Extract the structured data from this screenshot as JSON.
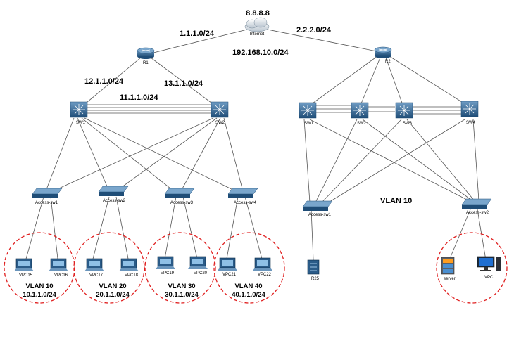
{
  "internet": {
    "label": "Internet",
    "dns": "8.8.8.8"
  },
  "subnets": {
    "r1_net": "1.1.1.0/24",
    "r2_net": "2.2.2.0/24",
    "lan": "192.168.10.0/24",
    "r1_sw1": "12.1.1.0/24",
    "r1_sw2": "13.1.1.0/24",
    "sw1_sw2": "11.1.1.0/24"
  },
  "devices": {
    "R1": "R1",
    "R2": "R2",
    "L_SW1": "SW1",
    "L_SW2": "SW2",
    "AS1": "Access-sw1",
    "AS2": "Access-sw2",
    "AS3": "Access-sw3",
    "AS4": "Access-sw4",
    "VPC15": "VPC15",
    "VPC16": "VPC16",
    "VPC17": "VPC17",
    "VPC18": "VPC18",
    "VPC19": "VPC19",
    "VPC20": "VPC20",
    "VPC21": "VPC21",
    "VPC22": "VPC22",
    "R_SW1": "SW1",
    "R_SW2": "SW2",
    "R_SW3": "SW3",
    "R_SW4": "SW4",
    "R_AS1": "Access-sw1",
    "R_AS2": "Access-sw2",
    "R25": "R25",
    "server": "server",
    "VPC": "VPC"
  },
  "vlan_groups": [
    {
      "vlan": "VLAN 10",
      "subnet": "10.1.1.0/24"
    },
    {
      "vlan": "VLAN 20",
      "subnet": "20.1.1.0/24"
    },
    {
      "vlan": "VLAN 30",
      "subnet": "30.1.1.0/24"
    },
    {
      "vlan": "VLAN 40",
      "subnet": "40.1.1.0/24"
    }
  ],
  "right_vlan": "VLAN 10",
  "colors": {
    "link": "#4a4a4a",
    "circle": "#e02020",
    "device": "#2d5d8a",
    "router": "#2f6a96"
  }
}
